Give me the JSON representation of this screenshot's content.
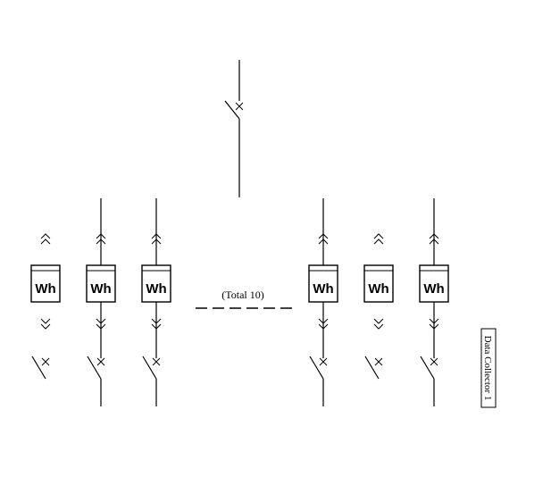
{
  "diagram": {
    "meter_label": "Wh",
    "total_label": "(Total 10)",
    "collector_label": "Data Collector 1",
    "feeders": [
      {
        "id": "feeder-1",
        "wired": false
      },
      {
        "id": "feeder-2",
        "wired": true
      },
      {
        "id": "feeder-3",
        "wired": true
      },
      {
        "id": "feeder-4",
        "wired": true
      },
      {
        "id": "feeder-5",
        "wired": false
      },
      {
        "id": "feeder-6",
        "wired": true
      }
    ]
  }
}
